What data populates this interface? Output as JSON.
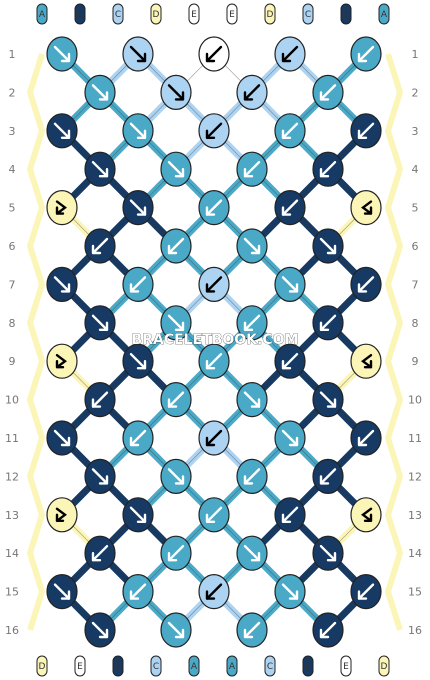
{
  "watermark": "BRACELETBOOK.COM",
  "colors": {
    "A": "#4ba9c8",
    "B": "#163a64",
    "C": "#add3f2",
    "D": "#fbf5b8",
    "E": "#ffffff"
  },
  "row_labels": [
    "1",
    "2",
    "3",
    "4",
    "5",
    "6",
    "7",
    "8",
    "9",
    "10",
    "11",
    "12",
    "13",
    "14",
    "15",
    "16"
  ],
  "top_strings": [
    "A",
    "B",
    "C",
    "D",
    "E",
    "E",
    "D",
    "C",
    "B",
    "A"
  ],
  "bottom_strings": [
    "D",
    "E",
    "B",
    "C",
    "A",
    "A",
    "C",
    "B",
    "E",
    "D"
  ],
  "knots": [
    [
      {
        "c": "A",
        "d": "r"
      },
      {
        "c": "C",
        "d": "r"
      },
      {
        "c": "E",
        "d": "l"
      },
      {
        "c": "C",
        "d": "l"
      },
      {
        "c": "A",
        "d": "l"
      }
    ],
    [
      {
        "c": "A",
        "d": "r"
      },
      {
        "c": "C",
        "d": "r"
      },
      {
        "c": "C",
        "d": "l"
      },
      {
        "c": "A",
        "d": "l"
      }
    ],
    [
      {
        "c": "B",
        "d": "r"
      },
      {
        "c": "A",
        "d": "r"
      },
      {
        "c": "C",
        "d": "l"
      },
      {
        "c": "A",
        "d": "l"
      },
      {
        "c": "B",
        "d": "l"
      }
    ],
    [
      {
        "c": "B",
        "d": "r"
      },
      {
        "c": "A",
        "d": "r"
      },
      {
        "c": "A",
        "d": "l"
      },
      {
        "c": "B",
        "d": "l"
      }
    ],
    [
      {
        "c": "D",
        "d": "rl"
      },
      {
        "c": "B",
        "d": "r"
      },
      {
        "c": "A",
        "d": "l"
      },
      {
        "c": "B",
        "d": "l"
      },
      {
        "c": "D",
        "d": "lr"
      }
    ],
    [
      {
        "c": "B",
        "d": "l"
      },
      {
        "c": "A",
        "d": "l"
      },
      {
        "c": "A",
        "d": "r"
      },
      {
        "c": "B",
        "d": "r"
      }
    ],
    [
      {
        "c": "B",
        "d": "r"
      },
      {
        "c": "A",
        "d": "l"
      },
      {
        "c": "C",
        "d": "l"
      },
      {
        "c": "A",
        "d": "r"
      },
      {
        "c": "B",
        "d": "l"
      }
    ],
    [
      {
        "c": "B",
        "d": "r"
      },
      {
        "c": "A",
        "d": "r"
      },
      {
        "c": "A",
        "d": "l"
      },
      {
        "c": "B",
        "d": "l"
      }
    ],
    [
      {
        "c": "D",
        "d": "rl"
      },
      {
        "c": "B",
        "d": "r"
      },
      {
        "c": "A",
        "d": "l"
      },
      {
        "c": "B",
        "d": "l"
      },
      {
        "c": "D",
        "d": "lr"
      }
    ],
    [
      {
        "c": "B",
        "d": "l"
      },
      {
        "c": "A",
        "d": "l"
      },
      {
        "c": "A",
        "d": "r"
      },
      {
        "c": "B",
        "d": "r"
      }
    ],
    [
      {
        "c": "B",
        "d": "r"
      },
      {
        "c": "A",
        "d": "l"
      },
      {
        "c": "C",
        "d": "l"
      },
      {
        "c": "A",
        "d": "r"
      },
      {
        "c": "B",
        "d": "l"
      }
    ],
    [
      {
        "c": "B",
        "d": "r"
      },
      {
        "c": "A",
        "d": "r"
      },
      {
        "c": "A",
        "d": "l"
      },
      {
        "c": "B",
        "d": "l"
      }
    ],
    [
      {
        "c": "D",
        "d": "rl"
      },
      {
        "c": "B",
        "d": "r"
      },
      {
        "c": "A",
        "d": "l"
      },
      {
        "c": "B",
        "d": "l"
      },
      {
        "c": "D",
        "d": "lr"
      }
    ],
    [
      {
        "c": "B",
        "d": "l"
      },
      {
        "c": "A",
        "d": "l"
      },
      {
        "c": "A",
        "d": "r"
      },
      {
        "c": "B",
        "d": "r"
      }
    ],
    [
      {
        "c": "B",
        "d": "r"
      },
      {
        "c": "A",
        "d": "l"
      },
      {
        "c": "C",
        "d": "l"
      },
      {
        "c": "A",
        "d": "r"
      },
      {
        "c": "B",
        "d": "l"
      }
    ],
    [
      {
        "c": "B",
        "d": "r"
      },
      {
        "c": "A",
        "d": "r"
      },
      {
        "c": "A",
        "d": "l"
      },
      {
        "c": "B",
        "d": "l"
      }
    ]
  ]
}
